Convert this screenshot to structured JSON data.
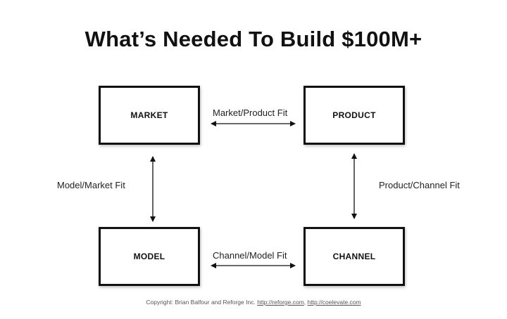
{
  "title": "What’s Needed To Build $100M+",
  "boxes": {
    "market": "MARKET",
    "product": "PRODUCT",
    "model": "MODEL",
    "channel": "CHANNEL"
  },
  "connections": {
    "market_product": "Market/Product Fit",
    "model_market": "Model/Market Fit",
    "product_channel": "Product/Channel Fit",
    "channel_model": "Channel/Model Fit"
  },
  "footer": {
    "prefix": "Copyright:  Brian Balfour and Reforge Inc.",
    "link1": "http://reforge.com",
    "separator": ", ",
    "link2": "http://coelevate.com"
  },
  "colors": {
    "ink": "#111111",
    "muted": "#555555"
  }
}
